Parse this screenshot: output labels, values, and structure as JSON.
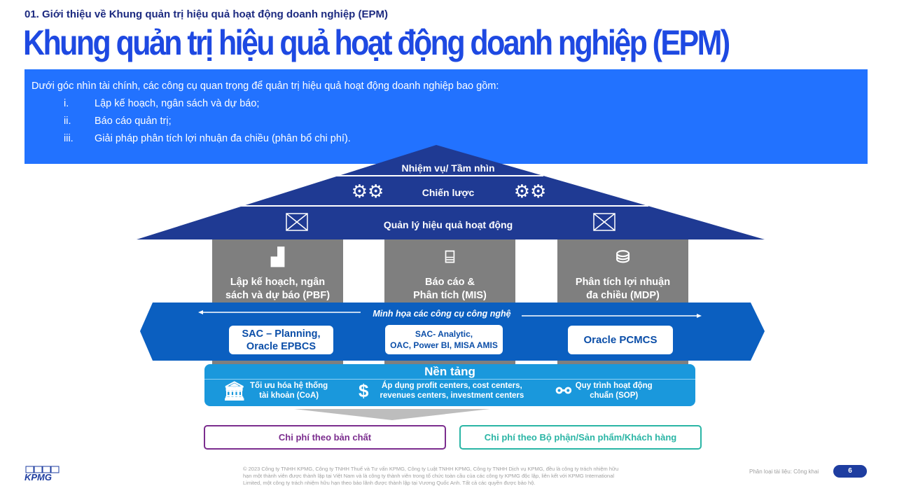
{
  "header": {
    "subtitle": "01. Giới thiệu về Khung quản trị hiệu quả hoạt động doanh nghiệp (EPM)",
    "title": "Khung quản trị hiệu quả hoạt động doanh nghiệp (EPM)"
  },
  "intro": {
    "lead": "Dưới góc nhìn tài chính, các công cụ quan trọng để quản trị hiệu quả hoạt động doanh nghiệp bao gồm:",
    "items": [
      {
        "num": "i.",
        "text": "Lập kế hoạch, ngân sách và dự báo;"
      },
      {
        "num": "ii.",
        "text": "Báo cáo quản trị;"
      },
      {
        "num": "iii.",
        "text": "Giải pháp phân tích lợi nhuận đa chiều (phân bổ chi phí)."
      }
    ]
  },
  "roof": {
    "mission": "Nhiệm vụ/ Tầm nhìn",
    "strategy": "Chiến lược",
    "performance": "Quản lý hiệu quả hoạt động"
  },
  "pillars": [
    {
      "line1": "Lập kế hoạch, ngân",
      "line2": "sách và dự báo (PBF)"
    },
    {
      "line1": "Báo cáo &",
      "line2": "Phân tích (MIS)"
    },
    {
      "line1": "Phân tích lợi nhuận",
      "line2": "đa chiều (MDP)"
    }
  ],
  "tech": {
    "label": "Minh họa các công cụ công nghệ",
    "tools": [
      {
        "line1": "SAC – Planning,",
        "line2": "Oracle EPBCS"
      },
      {
        "line1": "SAC- Analytic,",
        "line2": "OAC, Power BI, MISA AMIS"
      },
      {
        "line1": "Oracle PCMCS",
        "line2": ""
      }
    ]
  },
  "foundation": {
    "title": "Nền tảng",
    "items": [
      {
        "line1": "Tối ưu hóa hệ thống",
        "line2": "tài khoản (CoA)"
      },
      {
        "line1": "Áp dụng  profit centers, cost centers,",
        "line2": "revenues centers, investment centers"
      },
      {
        "line1": "Quy trình hoạt động",
        "line2": "chuẩn (SOP)"
      }
    ]
  },
  "costs": {
    "nature": "Chi phí theo bản chất",
    "segment": "Chi phí theo Bộ phận/Sản phẩm/Khách hàng"
  },
  "footer": {
    "logo": "KPMG",
    "legal": "© 2023 Công ty TNHH KPMG, Công ty TNHH Thuế và Tư vấn KPMG, Công ty Luật TNHH KPMG, Công ty TNHH Dịch vụ KPMG, đều là công ty trách nhiệm hữu hạn một thành viên được thành lập tại Việt Nam và là công ty thành viên trong tổ chức toàn cầu của các công ty KPMG độc lập, liên kết với KPMG International Limited, một công ty trách nhiệm hữu hạn theo bảo lãnh được thành lập tại Vương Quốc Anh. Tất cả các quyền được bảo hộ.",
    "classification": "Phân loại tài liệu: Công khai",
    "page": "6"
  },
  "colors": {
    "title": "#1e49e2",
    "intro_bg": "#2272ff",
    "roof": "#1f3a93",
    "pillar": "#7f7f7f",
    "band": "#0b5fc0",
    "foundation": "#1a98dc",
    "purple": "#7b2d8e",
    "teal": "#2ab5a5"
  }
}
